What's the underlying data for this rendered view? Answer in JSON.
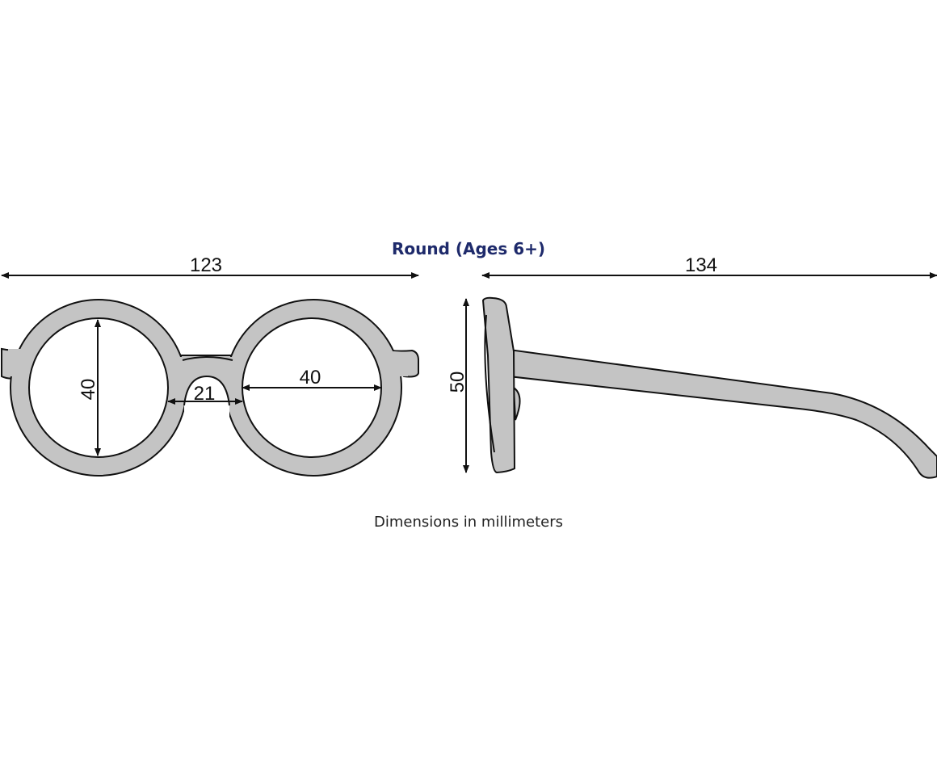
{
  "title": "Round (Ages 6+)",
  "caption": "Dimensions in millimeters",
  "dimensions": {
    "total_width": "123",
    "temple_length": "134",
    "frame_height": "50",
    "lens_height": "40",
    "lens_width": "40",
    "bridge_width": "21"
  },
  "colors": {
    "title": "#1e2a6b",
    "frame": "#c4c4c4"
  }
}
